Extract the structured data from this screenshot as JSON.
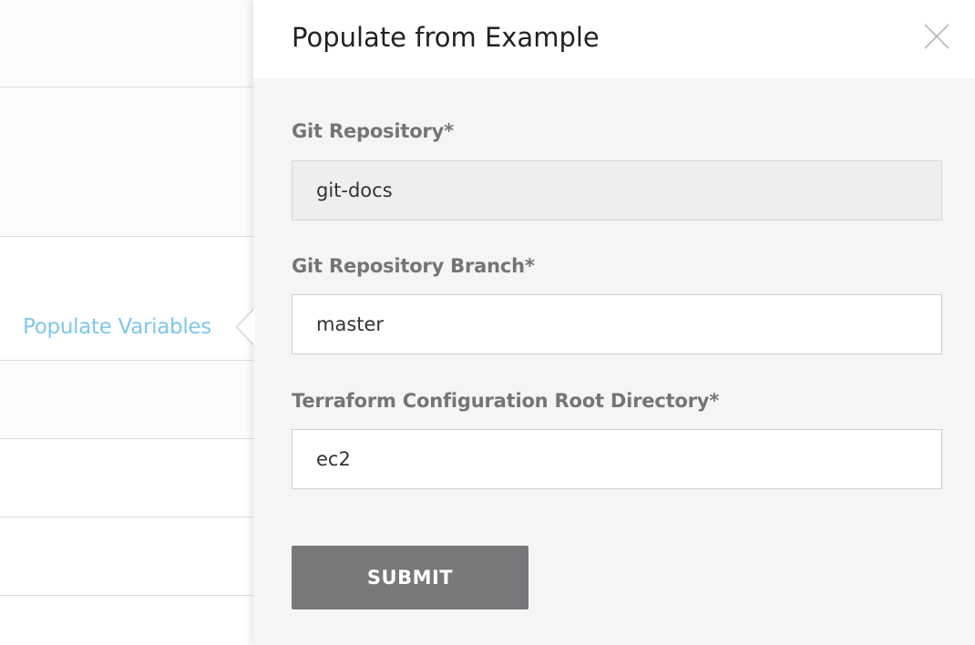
{
  "background": {
    "populate_link": "Populate Variables"
  },
  "panel": {
    "title": "Populate from Example",
    "close_icon": "close-icon",
    "fields": [
      {
        "label": "Git Repository*",
        "value": "git-docs",
        "readonly": true
      },
      {
        "label": "Git Repository Branch*",
        "value": "master",
        "readonly": false
      },
      {
        "label": "Terraform Configuration Root Directory*",
        "value": "ec2",
        "readonly": false
      }
    ],
    "submit_label": "SUBMIT"
  },
  "colors": {
    "link": "#7fc7e8",
    "submit_bg": "#77787a",
    "panel_bg": "#f5f5f5",
    "label": "#757575"
  }
}
